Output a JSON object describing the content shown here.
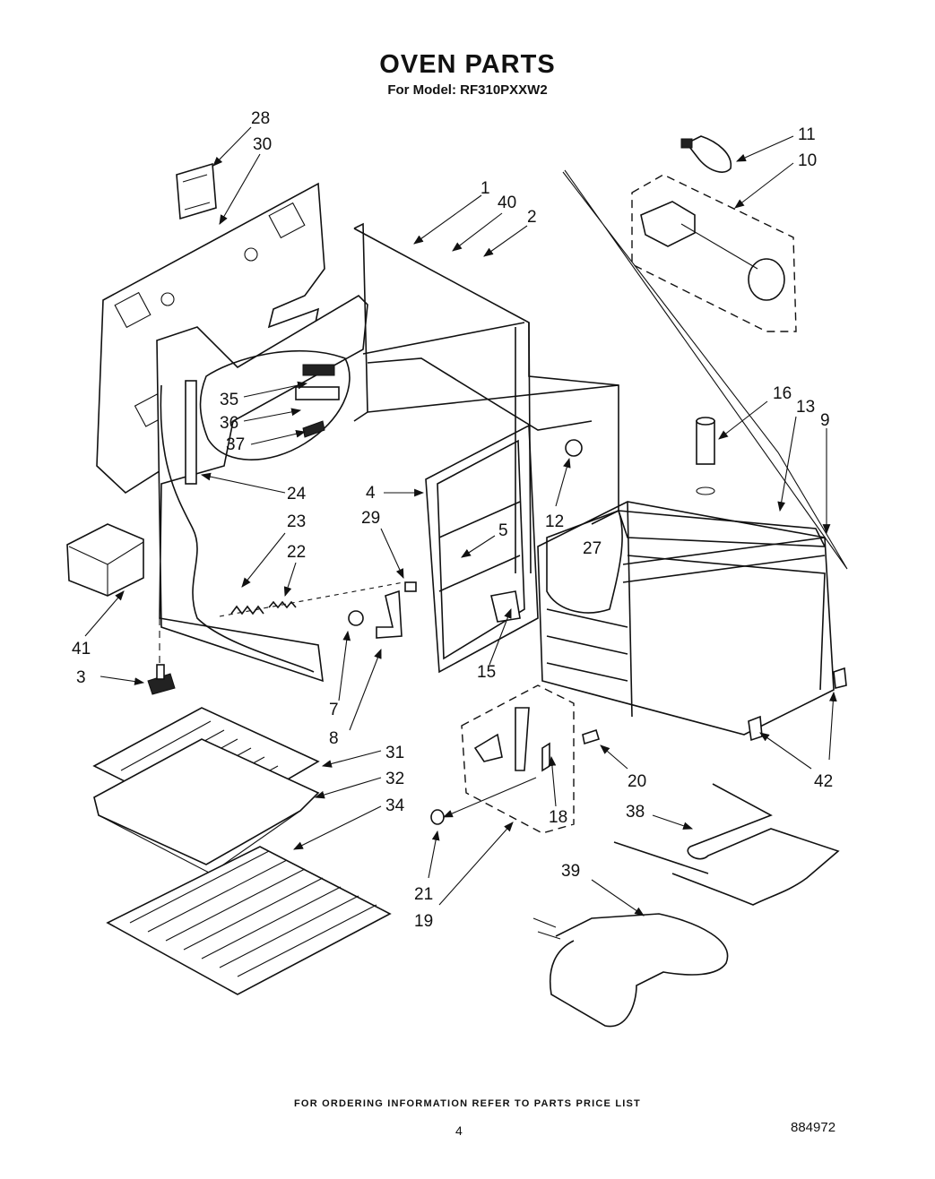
{
  "title": "OVEN PARTS",
  "subtitle": "For Model: RF310PXXW2",
  "footer_note": "FOR ORDERING INFORMATION REFER TO PARTS PRICE LIST",
  "page_number": "4",
  "document_number": "884972",
  "callouts": [
    {
      "id": "c28",
      "label": "28"
    },
    {
      "id": "c30",
      "label": "30"
    },
    {
      "id": "c1",
      "label": "1"
    },
    {
      "id": "c40",
      "label": "40"
    },
    {
      "id": "c2",
      "label": "2"
    },
    {
      "id": "c11",
      "label": "11"
    },
    {
      "id": "c10",
      "label": "10"
    },
    {
      "id": "c35",
      "label": "35"
    },
    {
      "id": "c36",
      "label": "36"
    },
    {
      "id": "c37",
      "label": "37"
    },
    {
      "id": "c24",
      "label": "24"
    },
    {
      "id": "c16",
      "label": "16"
    },
    {
      "id": "c13",
      "label": "13"
    },
    {
      "id": "c9",
      "label": "9"
    },
    {
      "id": "c4",
      "label": "4"
    },
    {
      "id": "c23",
      "label": "23"
    },
    {
      "id": "c29",
      "label": "29"
    },
    {
      "id": "c5",
      "label": "5"
    },
    {
      "id": "c12",
      "label": "12"
    },
    {
      "id": "c27",
      "label": "27"
    },
    {
      "id": "c22",
      "label": "22"
    },
    {
      "id": "c41",
      "label": "41"
    },
    {
      "id": "c3",
      "label": "3"
    },
    {
      "id": "c15",
      "label": "15"
    },
    {
      "id": "c7",
      "label": "7"
    },
    {
      "id": "c8",
      "label": "8"
    },
    {
      "id": "c31",
      "label": "31"
    },
    {
      "id": "c32",
      "label": "32"
    },
    {
      "id": "c34",
      "label": "34"
    },
    {
      "id": "c20",
      "label": "20"
    },
    {
      "id": "c42",
      "label": "42"
    },
    {
      "id": "c18",
      "label": "18"
    },
    {
      "id": "c38",
      "label": "38"
    },
    {
      "id": "c21",
      "label": "21"
    },
    {
      "id": "c19",
      "label": "19"
    },
    {
      "id": "c39",
      "label": "39"
    }
  ]
}
